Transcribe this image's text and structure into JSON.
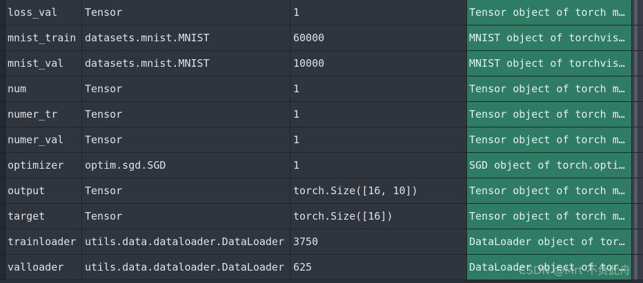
{
  "rows": [
    {
      "name": "loss_val",
      "type": "Tensor",
      "size": "1",
      "value": "Tensor object of torch m…"
    },
    {
      "name": "mnist_train",
      "type": "datasets.mnist.MNIST",
      "size": "60000",
      "value": "MNIST object of torchvis…"
    },
    {
      "name": "mnist_val",
      "type": "datasets.mnist.MNIST",
      "size": "10000",
      "value": "MNIST object of torchvis…"
    },
    {
      "name": "num",
      "type": "Tensor",
      "size": "1",
      "value": "Tensor object of torch m…"
    },
    {
      "name": "numer_tr",
      "type": "Tensor",
      "size": "1",
      "value": "Tensor object of torch m…"
    },
    {
      "name": "numer_val",
      "type": "Tensor",
      "size": "1",
      "value": "Tensor object of torch m…"
    },
    {
      "name": "optimizer",
      "type": "optim.sgd.SGD",
      "size": "1",
      "value": "SGD object of torch.opti…"
    },
    {
      "name": "output",
      "type": "Tensor",
      "size": "torch.Size([16, 10])",
      "value": "Tensor object of torch m…"
    },
    {
      "name": "target",
      "type": "Tensor",
      "size": "torch.Size([16])",
      "value": "Tensor object of torch m…"
    },
    {
      "name": "trainloader",
      "type": "utils.data.dataloader.DataLoader",
      "size": "3750",
      "value": "DataLoader object of tor…"
    },
    {
      "name": "valloader",
      "type": "utils.data.dataloader.DataLoader",
      "size": "625",
      "value": "DataLoader object of tor…"
    }
  ],
  "watermark": "CSDN @Mrt 不负此舟",
  "colors": {
    "background": "#30353c",
    "value_column": "#2d7c63",
    "text": "#dfe3e8"
  }
}
